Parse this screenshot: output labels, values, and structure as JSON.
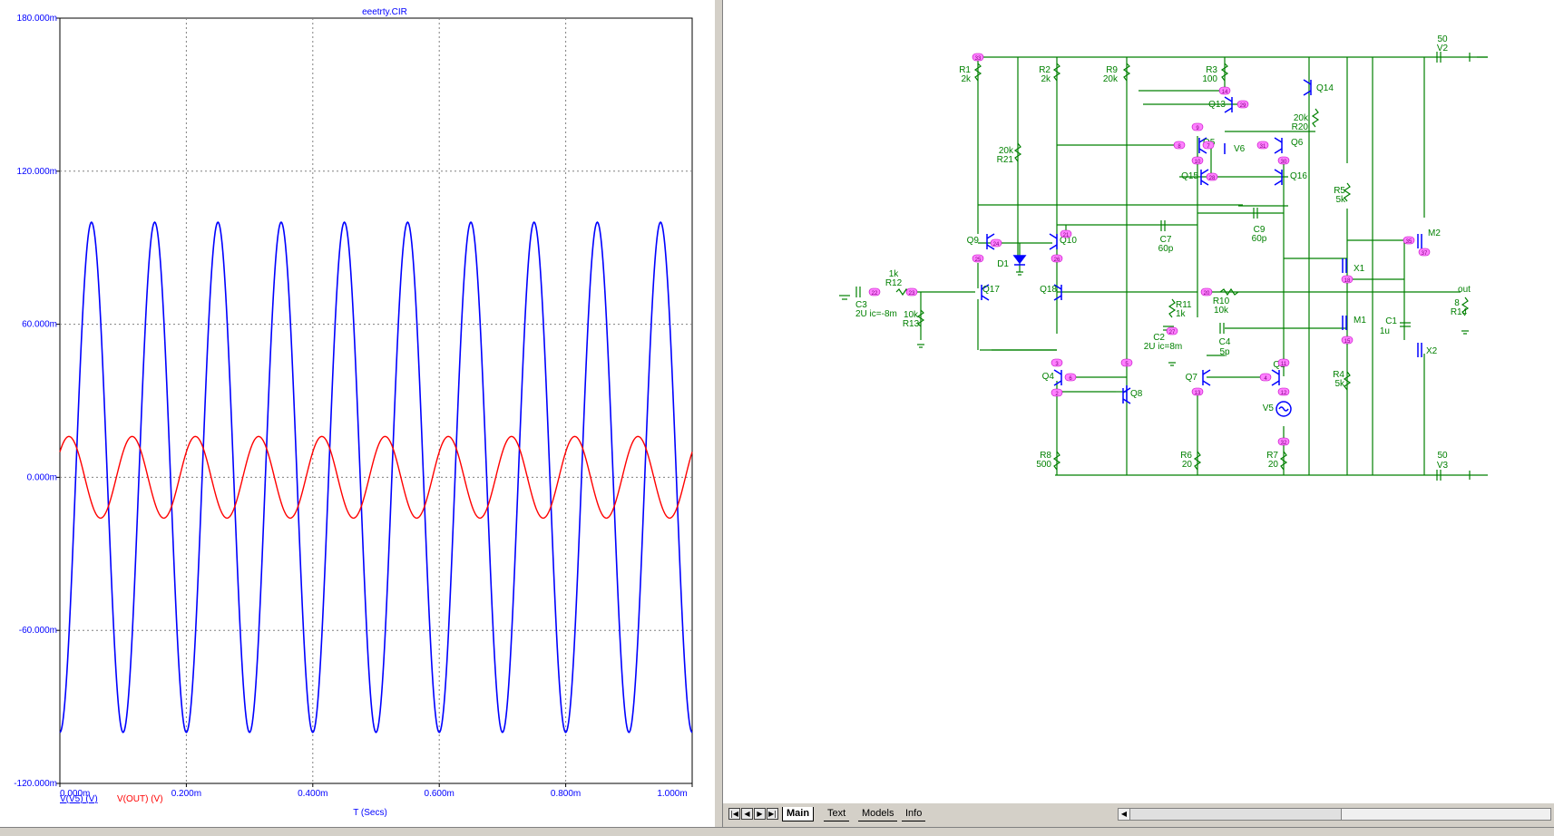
{
  "plot": {
    "title": "eeetrty.CIR",
    "y_ticks": [
      "180.000m",
      "120.000m",
      "60.000m",
      "0.000m",
      "-60.000m",
      "-120.000m"
    ],
    "x_ticks": [
      "0.000m",
      "0.200m",
      "0.400m",
      "0.600m",
      "0.800m",
      "1.000m"
    ],
    "xlabel": "T (Secs)",
    "legend": [
      "V(V5) (V)",
      "V(OUT) (V)"
    ],
    "colors": {
      "series1": "#0000ff",
      "series2": "#ff0000",
      "grid": "#808080",
      "axis": "#000000",
      "label": "#0000ff"
    }
  },
  "chart_data": {
    "type": "line",
    "xlabel": "T (Secs)",
    "ylabel": "",
    "xlim": [
      0,
      1.0
    ],
    "ylim": [
      -120,
      180
    ],
    "x_unit": "ms",
    "y_unit": "mV",
    "grid": true,
    "legend_placement": "bottom-left",
    "series": [
      {
        "name": "V(V5) (V)",
        "shape": "sine",
        "amplitude": 100,
        "offset": 0,
        "frequency_khz": 10,
        "phase": "starts at negative peak (-cos)",
        "color": "#0000ff"
      },
      {
        "name": "V(OUT) (V)",
        "shape": "sine",
        "amplitude": 16,
        "offset": 0,
        "frequency_khz": 10,
        "phase": "starts near +12 rising to +16 peak",
        "color": "#ff0000"
      }
    ]
  },
  "schematic": {
    "labels": [
      "R1",
      "2k",
      "R2",
      "2k",
      "R9",
      "20k",
      "R3",
      "100",
      "Q14",
      "Q13",
      "20k",
      "R20",
      "Q5",
      "Q6",
      "V6",
      "20k",
      "R21",
      "Q15",
      "Q16",
      "R5",
      "5k",
      "50",
      "V2",
      "Q9",
      "Q10",
      "D1",
      "C7",
      "60p",
      "C9",
      "60p",
      "M2",
      "X1",
      "1k",
      "R12",
      "Q17",
      "Q18",
      "R11",
      "1k",
      "R10",
      "10k",
      "C3",
      "2U ic=-8m",
      "10k",
      "R13",
      "out",
      "8",
      "R14",
      "C2",
      "2U ic=8m",
      "C4",
      "5p",
      "M1",
      "C1",
      "1u",
      "X2",
      "Q4",
      "Q8",
      "Q7",
      "Q1",
      "V5",
      "R4",
      "5k",
      "R8",
      "500",
      "R6",
      "20",
      "R7",
      "20",
      "50",
      "V3"
    ],
    "nodes": [
      "33",
      "14",
      "29",
      "9",
      "8",
      "10",
      "31",
      "28",
      "30",
      "21",
      "24",
      "25",
      "26",
      "35",
      "37",
      "22",
      "23",
      "20",
      "27",
      "18",
      "15",
      "3",
      "2",
      "13",
      "6",
      "11",
      "4",
      "12",
      "32",
      "7",
      "5"
    ]
  },
  "tabs": {
    "nav": [
      "|◀",
      "◀",
      "▶",
      "▶|"
    ],
    "items": [
      "Main",
      "Text",
      "Models",
      "Info"
    ],
    "scroll_left": "◀"
  }
}
